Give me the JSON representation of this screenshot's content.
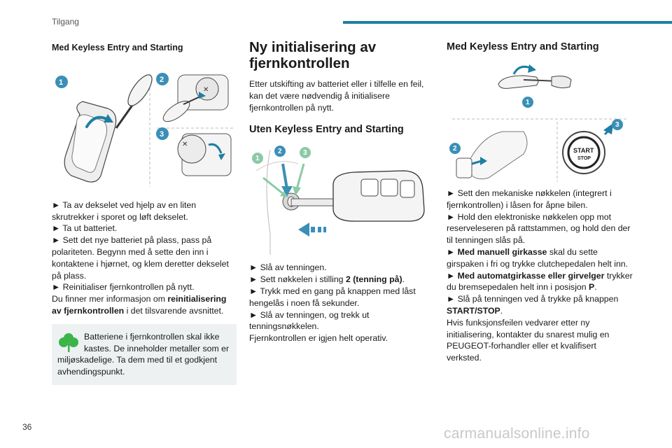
{
  "header": {
    "section": "Tilgang"
  },
  "footer": {
    "page_number": "36",
    "watermark": "carmanualsonline.info"
  },
  "col1": {
    "heading": "Med Keyless Entry and Starting",
    "figure_badges": [
      "1",
      "2",
      "3"
    ],
    "lines": [
      "► Ta av dekselet ved hjelp av en liten",
      "skrutrekker i sporet og løft dekselet.",
      "► Ta ut batteriet.",
      "► Sett det nye batteriet på plass, pass på",
      "polariteten. Begynn med å sette den inn i",
      "kontaktene i hjørnet, og klem deretter dekselet",
      "på plass.",
      "► Reinitialiser fjernkontrollen på nytt."
    ],
    "info_pre": "Du finner mer informasjon om ",
    "info_bold": "reinitialisering av fjernkontrollen",
    "info_post": " i det tilsvarende avsnittet.",
    "eco_text": "Batteriene i fjernkontrollen skal ikke kastes. De inneholder metaller som er miljøskadelige. Ta dem med til et godkjent avhendingspunkt."
  },
  "col2": {
    "title_line1": "Ny initialisering av",
    "title_line2": "fjernkontrollen",
    "intro": "Etter utskifting av batteriet eller i tilfelle en feil, kan det være nødvendig å initialisere fjernkontrollen på nytt.",
    "subheading": "Uten Keyless Entry and Starting",
    "figure_badges": [
      "1",
      "2",
      "3"
    ],
    "b1": "► Slå av tenningen.",
    "b2_pre": "► Sett nøkkelen i stilling ",
    "b2_bold": "2 (tenning på)",
    "b2_post": ".",
    "b3": "► Trykk med en gang på knappen med låst hengelås i noen få sekunder.",
    "b4": "► Slå av tenningen, og trekk ut tenningsnøkkelen.",
    "closing": "Fjernkontrollen er igjen helt operativ."
  },
  "col3": {
    "heading": "Med Keyless Entry and Starting",
    "figure_badges": [
      "1",
      "2",
      "3"
    ],
    "start_label": "START",
    "stop_label": "STOP",
    "b1": "► Sett den mekaniske nøkkelen (integrert i fjernkontrollen) i låsen for åpne bilen.",
    "b2": "► Hold den elektroniske nøkkelen opp mot reserveleseren på rattstammen, og hold den der til tenningen slås på.",
    "b3_pre": "► ",
    "b3_bold": "Med manuell girkasse",
    "b3_post": " skal du sette girspaken i fri og trykke clutchepedalen helt inn.",
    "b4_pre": "► ",
    "b4_bold": "Med automatgirkasse eller girvelger",
    "b4_mid": " trykker du bremsepedalen helt inn i posisjon ",
    "b4_bold2": "P",
    "b4_post": ".",
    "b5_pre": "► Slå på tenningen ved å trykke på knappen ",
    "b5_bold": "START/STOP",
    "b5_post": ".",
    "closing": "Hvis funksjonsfeilen vedvarer etter ny initialisering, kontakter du snarest mulig en PEUGEOT-forhandler eller et kvalifisert verksted."
  },
  "colors": {
    "accent": "#1f7ea3",
    "badge_blue": "#3a8fb7",
    "badge_green": "#8cc9a6",
    "eco_green": "#3bb54a"
  }
}
